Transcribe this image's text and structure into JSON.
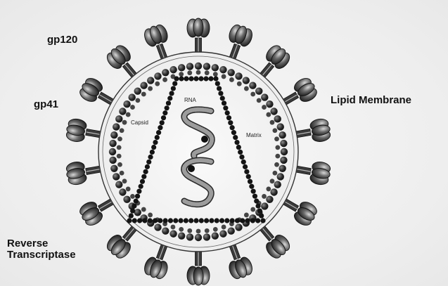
{
  "labels": {
    "gp120": "gp120",
    "gp41": "gp41",
    "lipid_membrane": "Lipid Membrane",
    "reverse_transcriptase_line1": "Reverse",
    "reverse_transcriptase_line2": "Transcriptase",
    "rna": "RNA",
    "capsid": "Capsid",
    "matrix": "Matrix"
  },
  "structure": {
    "glycoprotein_spike_count": 18,
    "rna_strand_count": 2,
    "reverse_transcriptase_count": 2
  },
  "colors": {
    "background": "#efefef",
    "outline": "#1a1a1a",
    "matrix_bead": "#2b2b2b",
    "capsid_bead": "#151515",
    "rna_fill": "#8a8a8a",
    "spike_fill": "#5a5a5a"
  }
}
